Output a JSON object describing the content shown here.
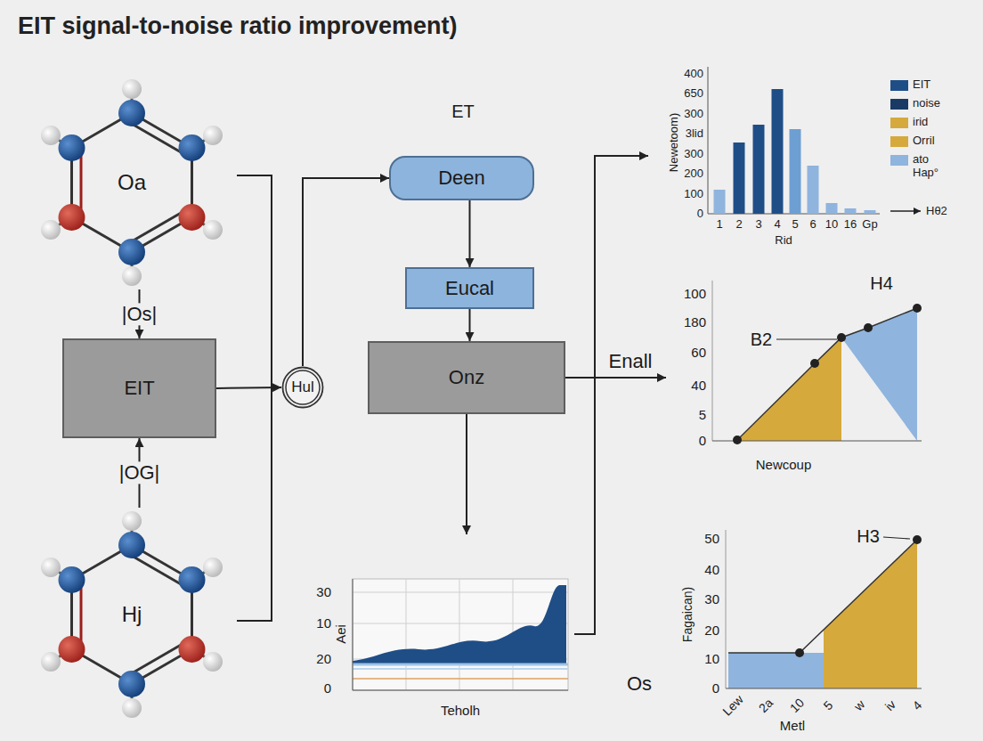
{
  "diagram": {
    "title": "EIT signal-to-noise ratio improvement)",
    "nodes": [
      {
        "text": [
          "Oa"
        ]
      },
      {
        "text": [
          "EIT"
        ]
      },
      {
        "text": [
          "Hj"
        ]
      },
      {
        "text": [
          "Hul"
        ]
      },
      {
        "text": [
          "Deen"
        ]
      },
      {
        "text": [
          "Eucal"
        ]
      },
      {
        "text": [
          "Onz"
        ]
      },
      {
        "text": [
          "Newetoom)",
          "400",
          "650",
          "300",
          "3lid",
          "300",
          "200",
          "100",
          "0",
          "1",
          "2",
          "3",
          "4",
          "5",
          "6",
          "10",
          "16",
          "Gp",
          "Rid"
        ]
      },
      {
        "text": [
          "100",
          "180",
          "60",
          "40",
          "5",
          "0",
          "Newcoup",
          "B2",
          "H4"
        ]
      },
      {
        "text": [
          "Aei",
          "30",
          "10",
          "20",
          "0",
          "Teholh"
        ]
      },
      {
        "text": [
          "Fagaican)",
          "50",
          "40",
          "30",
          "20",
          "10",
          "0",
          "Lew",
          "2a",
          "10",
          "5",
          "w",
          "iv",
          "4",
          "Metl",
          "H3"
        ]
      }
    ],
    "edges": [
      {
        "from": 0,
        "to": 1,
        "label": "|Os|",
        "arrow": "to"
      },
      {
        "from": 2,
        "to": 1,
        "label": "|OG|",
        "arrow": "to"
      },
      {
        "from": 0,
        "to": 3,
        "arrow": "none"
      },
      {
        "from": 2,
        "to": 3,
        "arrow": "none"
      },
      {
        "from": 1,
        "to": 3,
        "arrow": "to"
      },
      {
        "from": 3,
        "to": 4,
        "arrow": "to"
      },
      {
        "from": 4,
        "to": 5,
        "arrow": "to"
      },
      {
        "from": 5,
        "to": 6,
        "arrow": "to"
      },
      {
        "from": 6,
        "to": 8,
        "label": "Enall",
        "arrow": "to"
      },
      {
        "from": 6,
        "to": 9,
        "arrow": "to"
      },
      {
        "from": 9,
        "to": 7,
        "arrow": "to"
      }
    ],
    "labels": [
      "ET",
      "Hθ2",
      "Os"
    ],
    "legend": [
      {
        "text": "EIT",
        "color": "#1f4e87"
      },
      {
        "text": "noise",
        "color": "#1a3a66"
      },
      {
        "text": "irid",
        "color": "#d6a93c"
      },
      {
        "text": "Orril",
        "color": "#d6a93c"
      },
      {
        "text": "ato Hap°",
        "color": "#8fb4de"
      }
    ]
  }
}
